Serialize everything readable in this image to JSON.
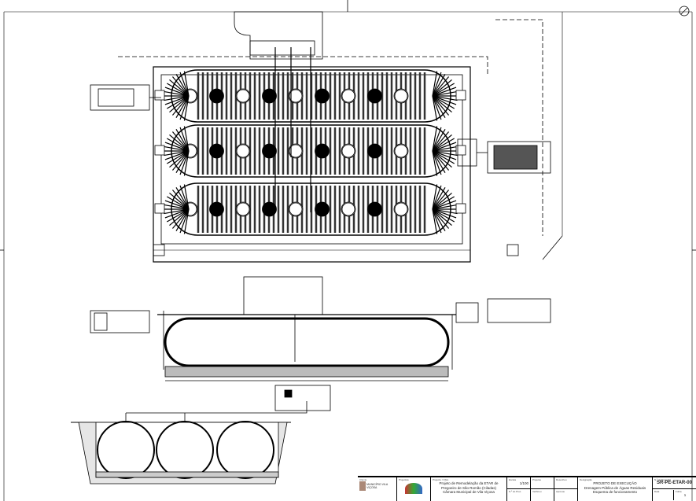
{
  "title_block": {
    "client_label": "Cliente",
    "client_name": "MUNICÍPIO VILA VIÇOSA",
    "designer_label": "Projetista",
    "project_label": "Projecto / Obra",
    "project_lines": [
      "Projeto de Remodelação da ETAR de",
      "Pregoeiro de São Romão (Ciladas)",
      "Câmara Municipal de Vila Viçosa"
    ],
    "scale_label": "Escala",
    "scale_value": "1/100",
    "process_label": "N.º do Proc.",
    "drew_label": "Projetou",
    "checked_label": "Verificou",
    "drawn_label": "Desenhou",
    "approved_label": "Aprovou",
    "designation_label": "Designação",
    "designation_lines": [
      "PROJETO DE EXECUÇÃO",
      "Drenagem Pública de Águas Residuais",
      "Esquema de funcionamento"
    ],
    "drawing_no_label": "N.º do Desenho",
    "drawing_no": "SR-PE-ETAR-00",
    "date_label": "Data",
    "sheet_label": "Folha",
    "sheet_value": "1"
  }
}
